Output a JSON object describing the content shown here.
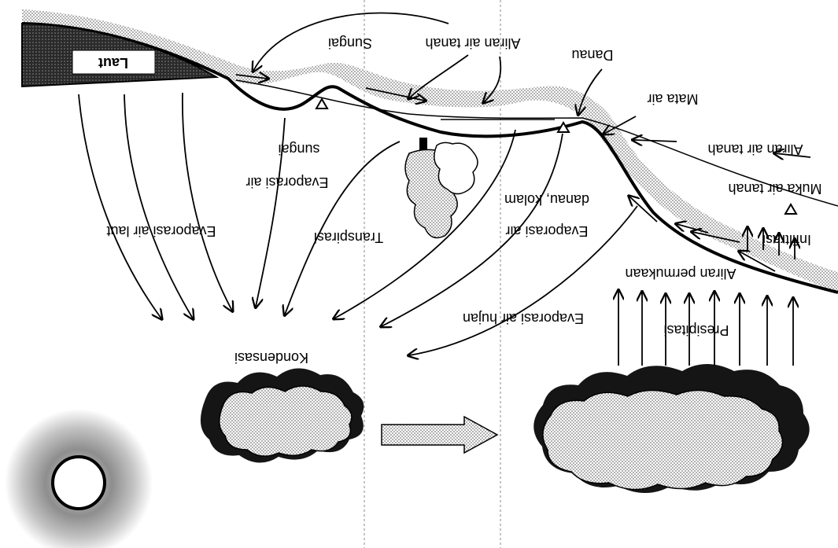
{
  "diagram": {
    "orientation": "rotated-180",
    "labels": {
      "laut": "Laut",
      "sungai": "Sungai",
      "aliran_air_tanah_top": "Aliran air tanah",
      "danau": "Danau",
      "mata_air": "Mata air",
      "aliran_air_tanah_right": "Aliran air tanah",
      "muka_air_tanah": "Muka air tanah",
      "evaporasi_air_sungai_line1": "Evaporasi air",
      "evaporasi_air_sungai_line2": "sungai",
      "evaporasi_air_laut": "Evaporasi air laut",
      "transpirasi": "Transpirasi",
      "evaporasi_danau_line1": "Evaporasi air",
      "evaporasi_danau_line2": "danau, kolam",
      "infiltrasi": "Infiltrasi",
      "aliran_permukaan": "Aliran permukaan",
      "presipitasi": "Presipitasi",
      "evaporasi_air_hujan": "Evaporasi air hujan",
      "kondensasi": "Kondensasi"
    },
    "colors": {
      "ink": "#000000",
      "land_texture": "#9a9a9a",
      "sea_fill": "#3a3a3a",
      "cloud_light": "#d8d8d8",
      "cloud_dark": "#1a1a1a",
      "sun_halo": "#b8b8b8"
    }
  }
}
